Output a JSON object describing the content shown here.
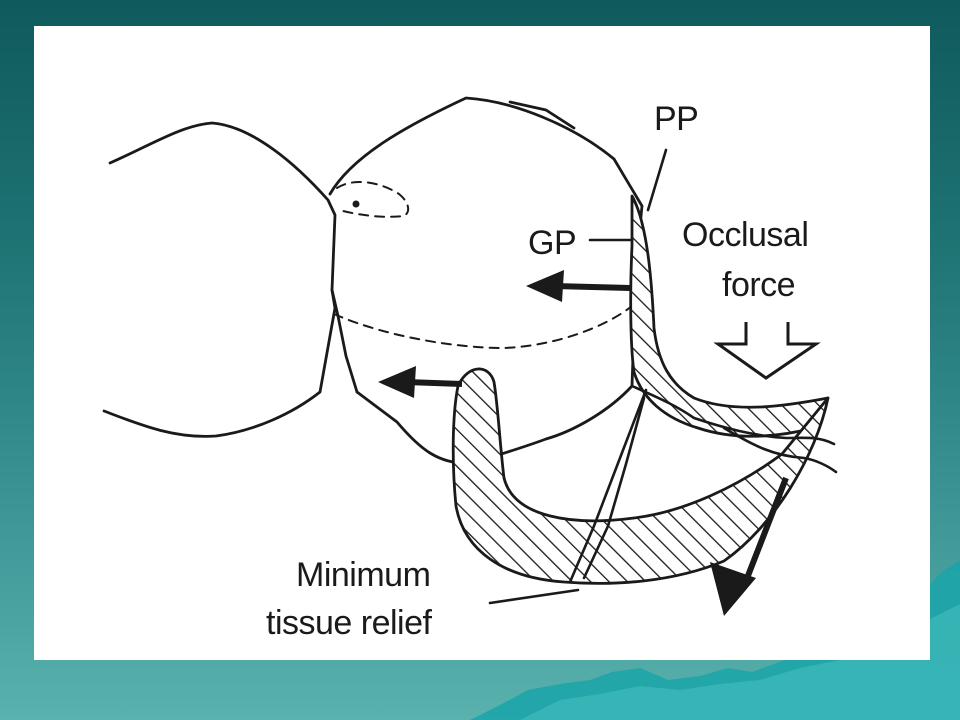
{
  "labels": {
    "pp": "PP",
    "gp": "GP",
    "occlusal_line1": "Occlusal",
    "occlusal_line2": "force",
    "minimum_line1": "Minimum",
    "minimum_line2": "tissue relief"
  },
  "colors": {
    "slide_background": "#1f7474",
    "panel": "#ffffff",
    "ink": "#1a1a1a",
    "mountain": "#1aa5a8"
  }
}
